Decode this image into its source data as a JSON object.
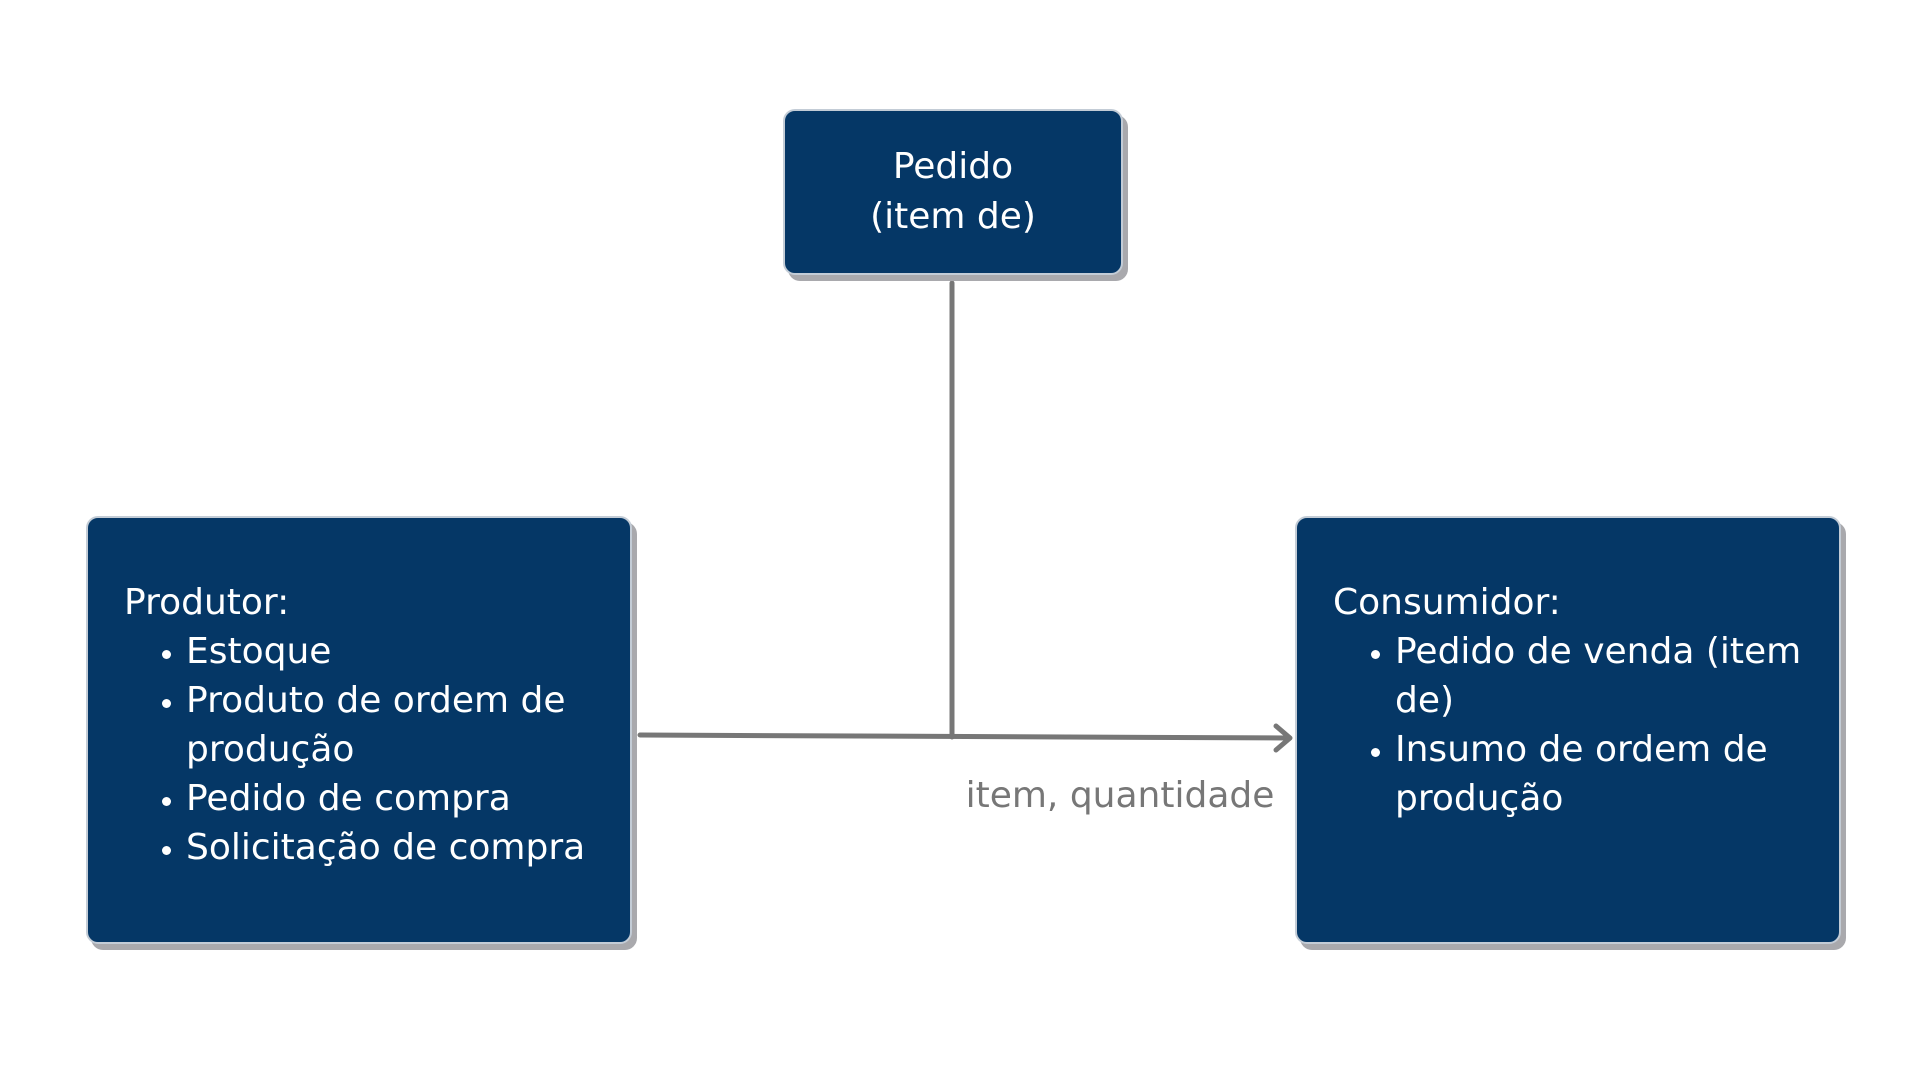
{
  "diagram": {
    "top_node": {
      "line1": "Pedido",
      "line2": "(item de)"
    },
    "producer": {
      "heading": "Produtor:",
      "items": [
        "Estoque",
        "Produto de ordem de produção",
        "Pedido de compra",
        "Solicitação de compra"
      ]
    },
    "consumer": {
      "heading": "Consumidor:",
      "items": [
        "Pedido de venda (item de)",
        "Insumo de ordem de produção"
      ]
    },
    "edge_label": "item, quantidade",
    "colors": {
      "node_fill": "#053766",
      "node_text": "#ffffff",
      "connector": "#777777",
      "label_text": "#777777",
      "shadow": "#a9a9ad"
    }
  }
}
